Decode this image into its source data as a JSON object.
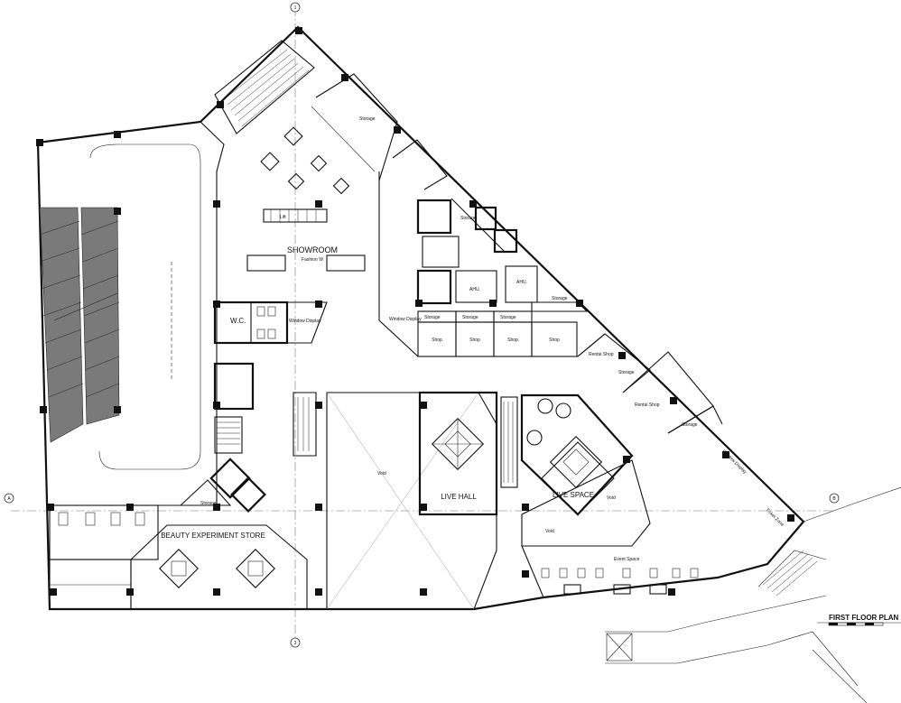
{
  "drawing": {
    "title": "FIRST FLOOR PLAN"
  },
  "spaces": {
    "showroom": "SHOWROOM",
    "fashion": "Fashion W",
    "wc": "W.C.",
    "window_display_left": "Window Display",
    "window_display_mid": "Window Display",
    "window_display_diag": "Window Display",
    "storage_top": "Storage",
    "storage_core": "Storage",
    "storage_1": "Storage",
    "storage_2": "Storage",
    "storage_3": "Storage",
    "storage_4": "Storage",
    "storage_5": "Storage",
    "storage_6": "Storage",
    "storage_beauty": "Storage",
    "ahu_1": "AHU.",
    "ahu_2": "AHU.",
    "shop_1": "Shop",
    "shop_2": "Shop",
    "shop_3": "Shop",
    "shop_4": "Shop",
    "rental_shop_1": "Rental Shop",
    "rental_shop_2": "Rental Shop",
    "live_hall": "LIVE HALL",
    "live_space": "LIVE SPACE",
    "void_left": "Void",
    "void_right": "Void",
    "void_bottom": "Void",
    "event_space": "Event Space",
    "beauty_store": "BEAUTY EXPERIMENT STORE",
    "lift": "Lift",
    "ticket": "Ticket Zone"
  },
  "grid_markers": {
    "top": "1",
    "bottom": "3",
    "left": "A",
    "right": "B"
  }
}
